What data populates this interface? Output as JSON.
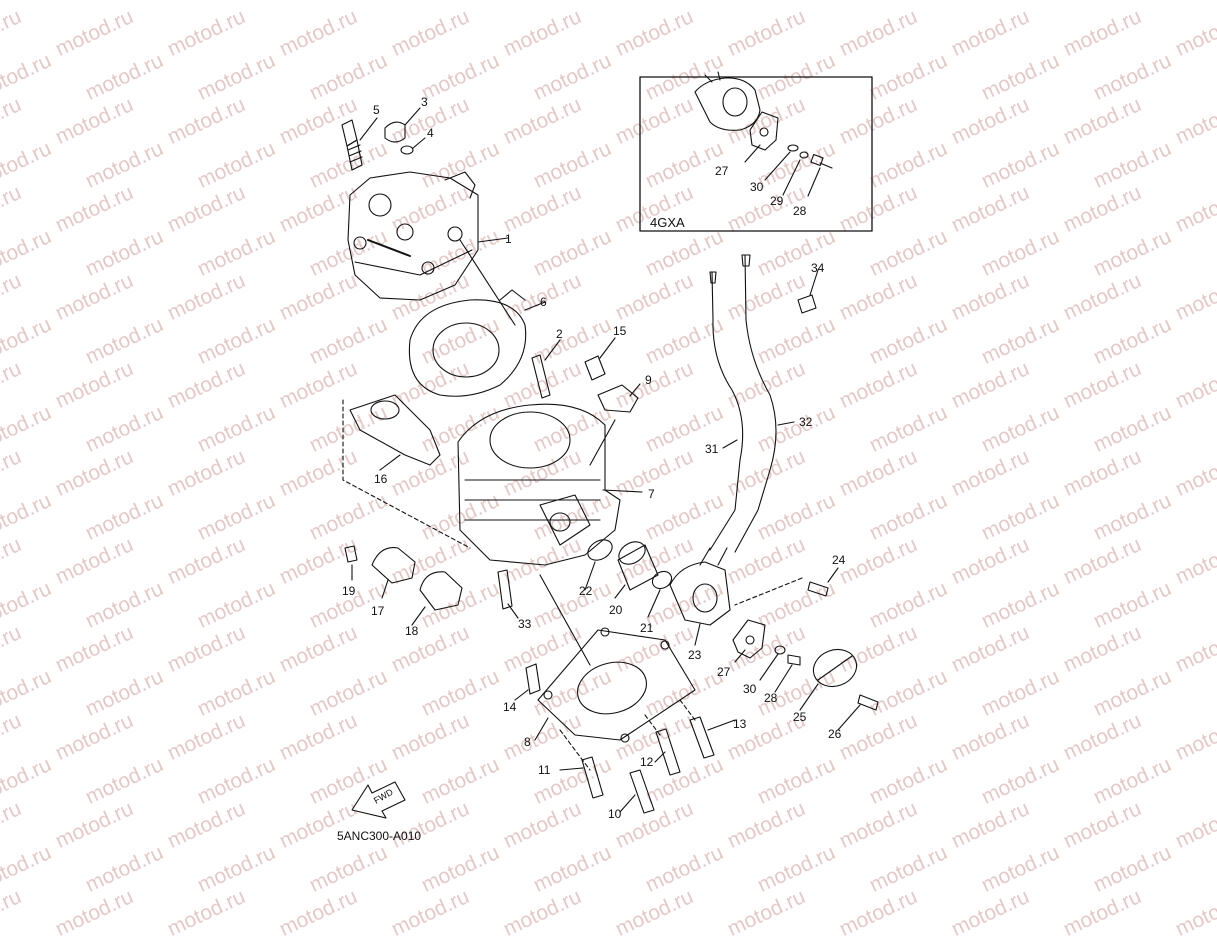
{
  "watermark": {
    "text": "motod.ru"
  },
  "inset": {
    "label": "4GXA"
  },
  "figure_code": "5ANC300-A010",
  "fwd_arrow": {
    "text": "FWD"
  },
  "callouts": [
    {
      "id": "c1",
      "text": "1"
    },
    {
      "id": "c2",
      "text": "2"
    },
    {
      "id": "c3",
      "text": "3"
    },
    {
      "id": "c4",
      "text": "4"
    },
    {
      "id": "c5",
      "text": "5"
    },
    {
      "id": "c6",
      "text": "6"
    },
    {
      "id": "c7",
      "text": "7"
    },
    {
      "id": "c8",
      "text": "8"
    },
    {
      "id": "c9",
      "text": "9"
    },
    {
      "id": "c10",
      "text": "10"
    },
    {
      "id": "c11",
      "text": "11"
    },
    {
      "id": "c12",
      "text": "12"
    },
    {
      "id": "c13",
      "text": "13"
    },
    {
      "id": "c14",
      "text": "14"
    },
    {
      "id": "c15",
      "text": "15"
    },
    {
      "id": "c16",
      "text": "16"
    },
    {
      "id": "c17",
      "text": "17"
    },
    {
      "id": "c18",
      "text": "18"
    },
    {
      "id": "c19",
      "text": "19"
    },
    {
      "id": "c20",
      "text": "20"
    },
    {
      "id": "c21",
      "text": "21"
    },
    {
      "id": "c22",
      "text": "22"
    },
    {
      "id": "c23",
      "text": "23"
    },
    {
      "id": "c24",
      "text": "24"
    },
    {
      "id": "c25",
      "text": "25"
    },
    {
      "id": "c26",
      "text": "26"
    },
    {
      "id": "c27a",
      "text": "27"
    },
    {
      "id": "c27b",
      "text": "27"
    },
    {
      "id": "c28a",
      "text": "28"
    },
    {
      "id": "c28b",
      "text": "28"
    },
    {
      "id": "c29",
      "text": "29"
    },
    {
      "id": "c30a",
      "text": "30"
    },
    {
      "id": "c30b",
      "text": "30"
    },
    {
      "id": "c31",
      "text": "31"
    },
    {
      "id": "c32",
      "text": "32"
    },
    {
      "id": "c33",
      "text": "33"
    },
    {
      "id": "c34",
      "text": "34"
    }
  ]
}
